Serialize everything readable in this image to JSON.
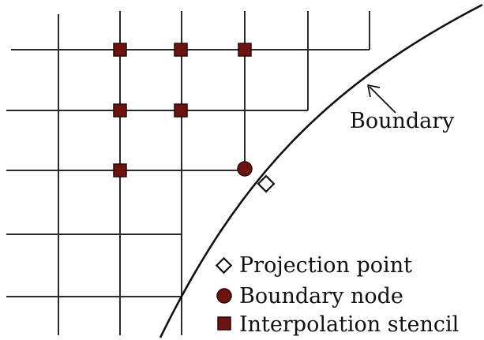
{
  "labels": {
    "boundary": "Boundary"
  },
  "legend": [
    {
      "text": "Projection point",
      "marker": "diamond-outline"
    },
    {
      "text": "Boundary node",
      "marker": "circle-filled"
    },
    {
      "text": "Interpolation stencil",
      "marker": "square-filled"
    }
  ],
  "colors": {
    "grid": "#2a2a2a",
    "curve": "#111111",
    "node_fill": "#6b1410",
    "node_stroke": "#2a0606",
    "diamond_fill": "#ffffff",
    "diamond_stroke": "#111111"
  }
}
